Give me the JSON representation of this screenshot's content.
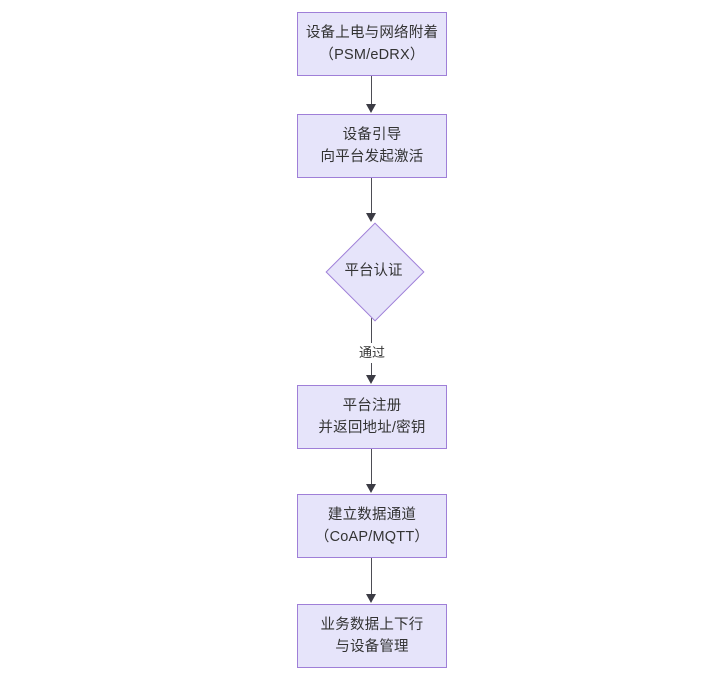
{
  "diagram": {
    "type": "flowchart",
    "orientation": "top-to-bottom",
    "background_color": "#ffffff",
    "node_fill_color": "#e6e4fa",
    "node_border_color": "#9f7fd8",
    "connector_color": "#4d4d55",
    "text_color": "#333333",
    "nodes": [
      {
        "id": "power-on",
        "shape": "rectangle",
        "line1": "设备上电与网络附着",
        "line2": "（PSM/eDRX）"
      },
      {
        "id": "bootstrap",
        "shape": "rectangle",
        "line1": "设备引导",
        "line2": "向平台发起激活"
      },
      {
        "id": "platform-auth",
        "shape": "diamond",
        "line1": "平台认证",
        "line2": ""
      },
      {
        "id": "platform-register",
        "shape": "rectangle",
        "line1": "平台注册",
        "line2": "并返回地址/密钥"
      },
      {
        "id": "data-channel",
        "shape": "rectangle",
        "line1": "建立数据通道",
        "line2": "（CoAP/MQTT）"
      },
      {
        "id": "business-data",
        "shape": "rectangle",
        "line1": "业务数据上下行",
        "line2": "与设备管理"
      }
    ],
    "edges": [
      {
        "from": "power-on",
        "to": "bootstrap",
        "label": ""
      },
      {
        "from": "bootstrap",
        "to": "platform-auth",
        "label": ""
      },
      {
        "from": "platform-auth",
        "to": "platform-register",
        "label": "通过"
      },
      {
        "from": "platform-register",
        "to": "data-channel",
        "label": ""
      },
      {
        "from": "data-channel",
        "to": "business-data",
        "label": ""
      },
      {
        "from": "business-data",
        "to": null,
        "label": ""
      }
    ]
  }
}
